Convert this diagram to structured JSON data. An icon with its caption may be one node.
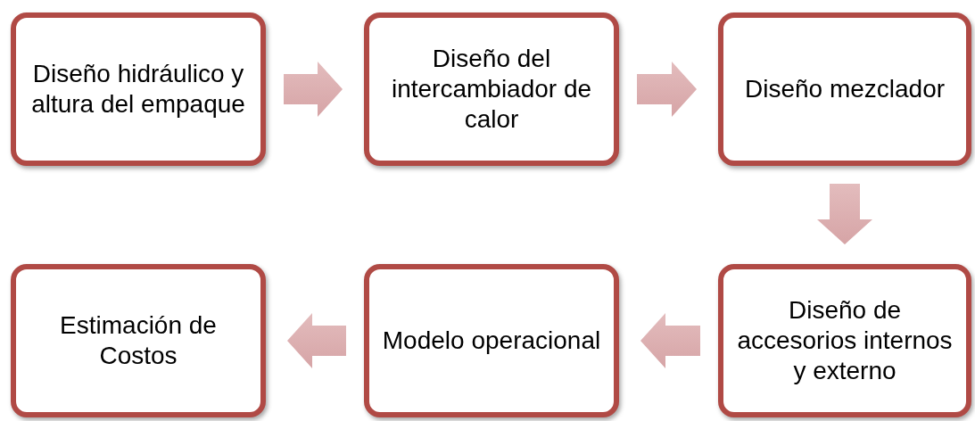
{
  "diagram": {
    "nodes": [
      {
        "text": [
          "Diseño hidráulico y altura del empaque"
        ]
      },
      {
        "text": [
          "Diseño del intercambiador de calor"
        ]
      },
      {
        "text": [
          "Diseño mezclador"
        ]
      },
      {
        "text": [
          "Diseño de accesorios internos y externo"
        ]
      },
      {
        "text": [
          "Modelo operacional"
        ]
      },
      {
        "text": [
          "Estimación de Costos"
        ]
      }
    ],
    "edges": [
      {
        "from": 0,
        "to": 1,
        "arrow": "to"
      },
      {
        "from": 1,
        "to": 2,
        "arrow": "to"
      },
      {
        "from": 2,
        "to": 3,
        "arrow": "to"
      },
      {
        "from": 3,
        "to": 4,
        "arrow": "to"
      },
      {
        "from": 4,
        "to": 5,
        "arrow": "to"
      }
    ]
  }
}
